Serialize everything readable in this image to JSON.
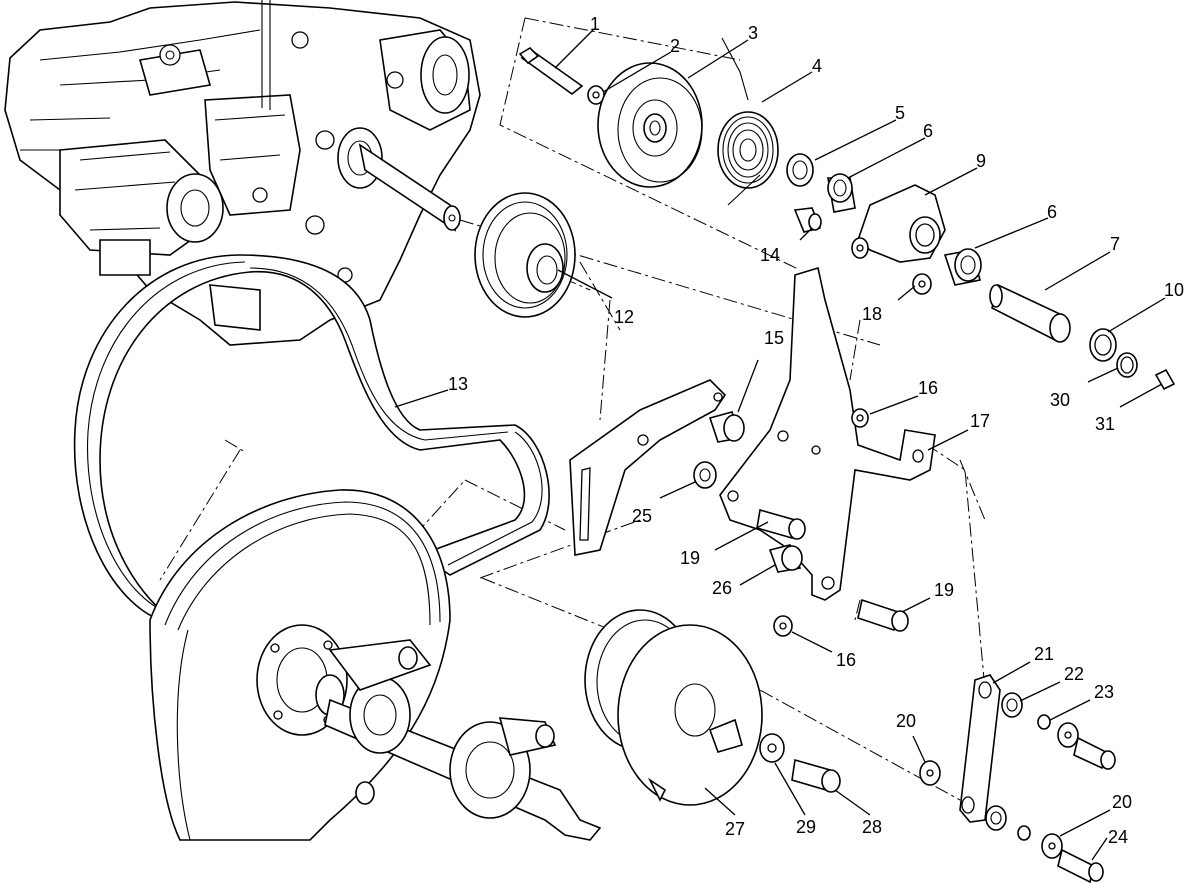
{
  "callouts": [
    {
      "id": "c1",
      "text": "1"
    },
    {
      "id": "c2",
      "text": "2"
    },
    {
      "id": "c3",
      "text": "3"
    },
    {
      "id": "c4",
      "text": "4"
    },
    {
      "id": "c5",
      "text": "5"
    },
    {
      "id": "c6a",
      "text": "6"
    },
    {
      "id": "c9",
      "text": "9"
    },
    {
      "id": "c6b",
      "text": "6"
    },
    {
      "id": "c14",
      "text": "14"
    },
    {
      "id": "c7",
      "text": "7"
    },
    {
      "id": "c10",
      "text": "10"
    },
    {
      "id": "c18",
      "text": "18"
    },
    {
      "id": "c12",
      "text": "12"
    },
    {
      "id": "c13",
      "text": "13"
    },
    {
      "id": "c15",
      "text": "15"
    },
    {
      "id": "c16a",
      "text": "16"
    },
    {
      "id": "c17",
      "text": "17"
    },
    {
      "id": "c30",
      "text": "30"
    },
    {
      "id": "c31",
      "text": "31"
    },
    {
      "id": "c25",
      "text": "25"
    },
    {
      "id": "c19a",
      "text": "19"
    },
    {
      "id": "c26",
      "text": "26"
    },
    {
      "id": "c19b",
      "text": "19"
    },
    {
      "id": "c16b",
      "text": "16"
    },
    {
      "id": "c21",
      "text": "21"
    },
    {
      "id": "c22",
      "text": "22"
    },
    {
      "id": "c23",
      "text": "23"
    },
    {
      "id": "c20a",
      "text": "20"
    },
    {
      "id": "c20b",
      "text": "20"
    },
    {
      "id": "c27",
      "text": "27"
    },
    {
      "id": "c29",
      "text": "29"
    },
    {
      "id": "c28",
      "text": "28"
    },
    {
      "id": "c24",
      "text": "24"
    }
  ]
}
